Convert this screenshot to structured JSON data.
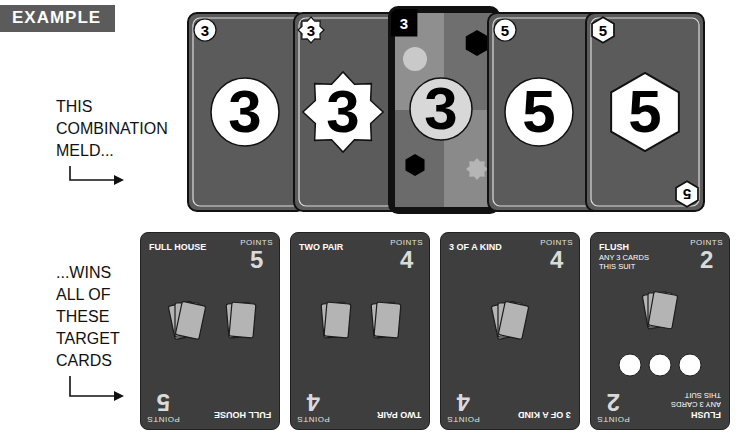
{
  "diagram": {
    "title": "EXAMPLE",
    "nodes": [
      {
        "text": [
          "3",
          "3"
        ]
      },
      {
        "text": [
          "3",
          "3"
        ]
      },
      {
        "text": [
          "3",
          "3"
        ]
      },
      {
        "text": [
          "5",
          "5"
        ]
      },
      {
        "text": [
          "5",
          "5",
          "5"
        ]
      },
      {
        "text": [
          "FULL HOUSE",
          "POINTS",
          "5",
          "POINTS",
          "5",
          "FULL HOUSE"
        ]
      },
      {
        "text": [
          "TWO PAIR",
          "POINTS",
          "4",
          "POINTS",
          "4",
          "TWO PAIR"
        ]
      },
      {
        "text": [
          "3 OF A KIND",
          "POINTS",
          "4",
          "POINTS",
          "4",
          "3 OF A KIND"
        ]
      },
      {
        "text": [
          "FLUSH",
          "ANY 3 CARDS THIS SUIT",
          "POINTS",
          "2",
          "POINTS",
          "2",
          "FLUSH",
          "ANY 3 CARDS THIS SUIT"
        ]
      }
    ],
    "labels": [
      "THIS COMBINATION MELD...",
      "...WINS ALL OF THESE TARGET CARDS"
    ]
  }
}
